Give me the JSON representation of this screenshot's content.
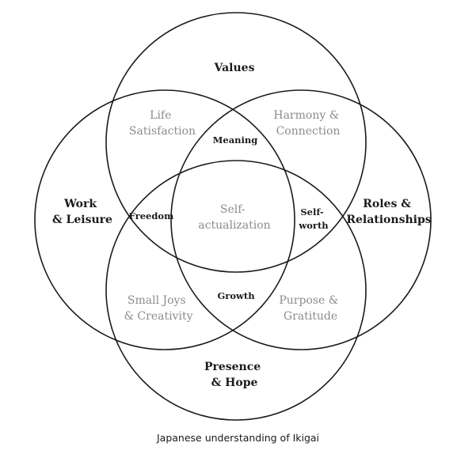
{
  "colors": {
    "stroke": "#1a1a1a",
    "major_text": "#1a1a1a",
    "pair_text": "#8c8c8c",
    "triple_text": "#1a1a1a",
    "center_text": "#8c8c8c"
  },
  "circles": {
    "top": "Values",
    "left": [
      "Work",
      "& Leisure"
    ],
    "right": [
      "Roles &",
      "Relationships"
    ],
    "bottom": [
      "Presence",
      "& Hope"
    ]
  },
  "pairs": {
    "top_left": [
      "Life",
      "Satisfaction"
    ],
    "top_right": [
      "Harmony &",
      "Connection"
    ],
    "bottom_left": [
      "Small Joys",
      "& Creativity"
    ],
    "bottom_right": [
      "Purpose &",
      "Gratitude"
    ]
  },
  "triples": {
    "top": "Meaning",
    "left": "Freedom",
    "right": [
      "Self-",
      "worth"
    ],
    "bottom": "Growth"
  },
  "center": [
    "Self-",
    "actualization"
  ],
  "caption": "Japanese understanding of Ikigai"
}
